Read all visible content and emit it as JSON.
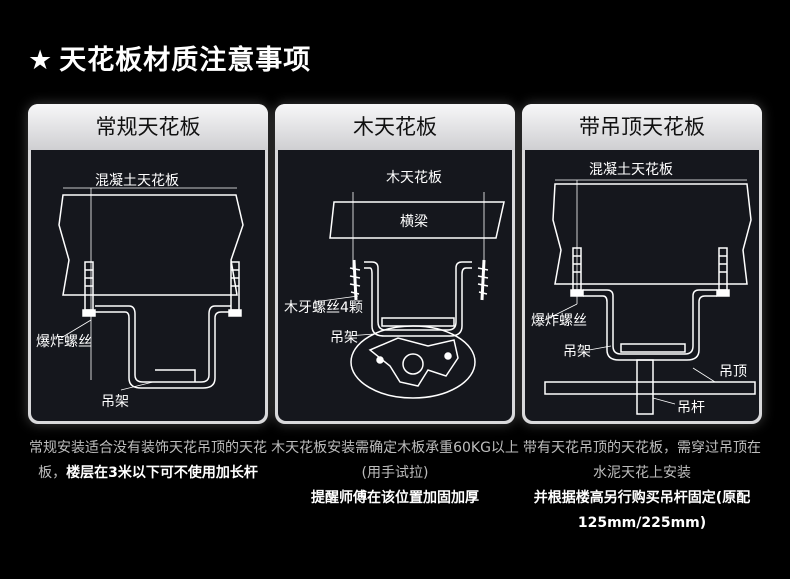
{
  "title": "天花板材质注意事项",
  "star": "★",
  "panels": [
    {
      "header": "常规天花板",
      "labels": {
        "slab": "混凝土天花板",
        "bolt": "爆炸螺丝",
        "bracket": "吊架"
      }
    },
    {
      "header": "木天花板",
      "labels": {
        "ceiling": "木天花板",
        "beam": "横梁",
        "screw": "木牙螺丝4颗",
        "bracket": "吊架"
      }
    },
    {
      "header": "带吊顶天花板",
      "labels": {
        "slab": "混凝土天花板",
        "bolt": "爆炸螺丝",
        "bracket": "吊架",
        "ceiling": "吊顶",
        "rod": "吊杆"
      }
    }
  ],
  "captions": [
    {
      "normal": "常规安装适合没有装饰天花吊顶的天花板，",
      "bold": "楼层在3米以下可不使用加长杆"
    },
    {
      "normal": "木天花板安装需确定木板承重60KG以上(用手试拉)",
      "bold": "提醒师傅在该位置加固加厚"
    },
    {
      "normal": "带有天花吊顶的天花板，需穿过吊顶在水泥天花上安装",
      "bold": "并根据楼高另行购买吊杆固定(原配125mm/225mm)"
    }
  ]
}
